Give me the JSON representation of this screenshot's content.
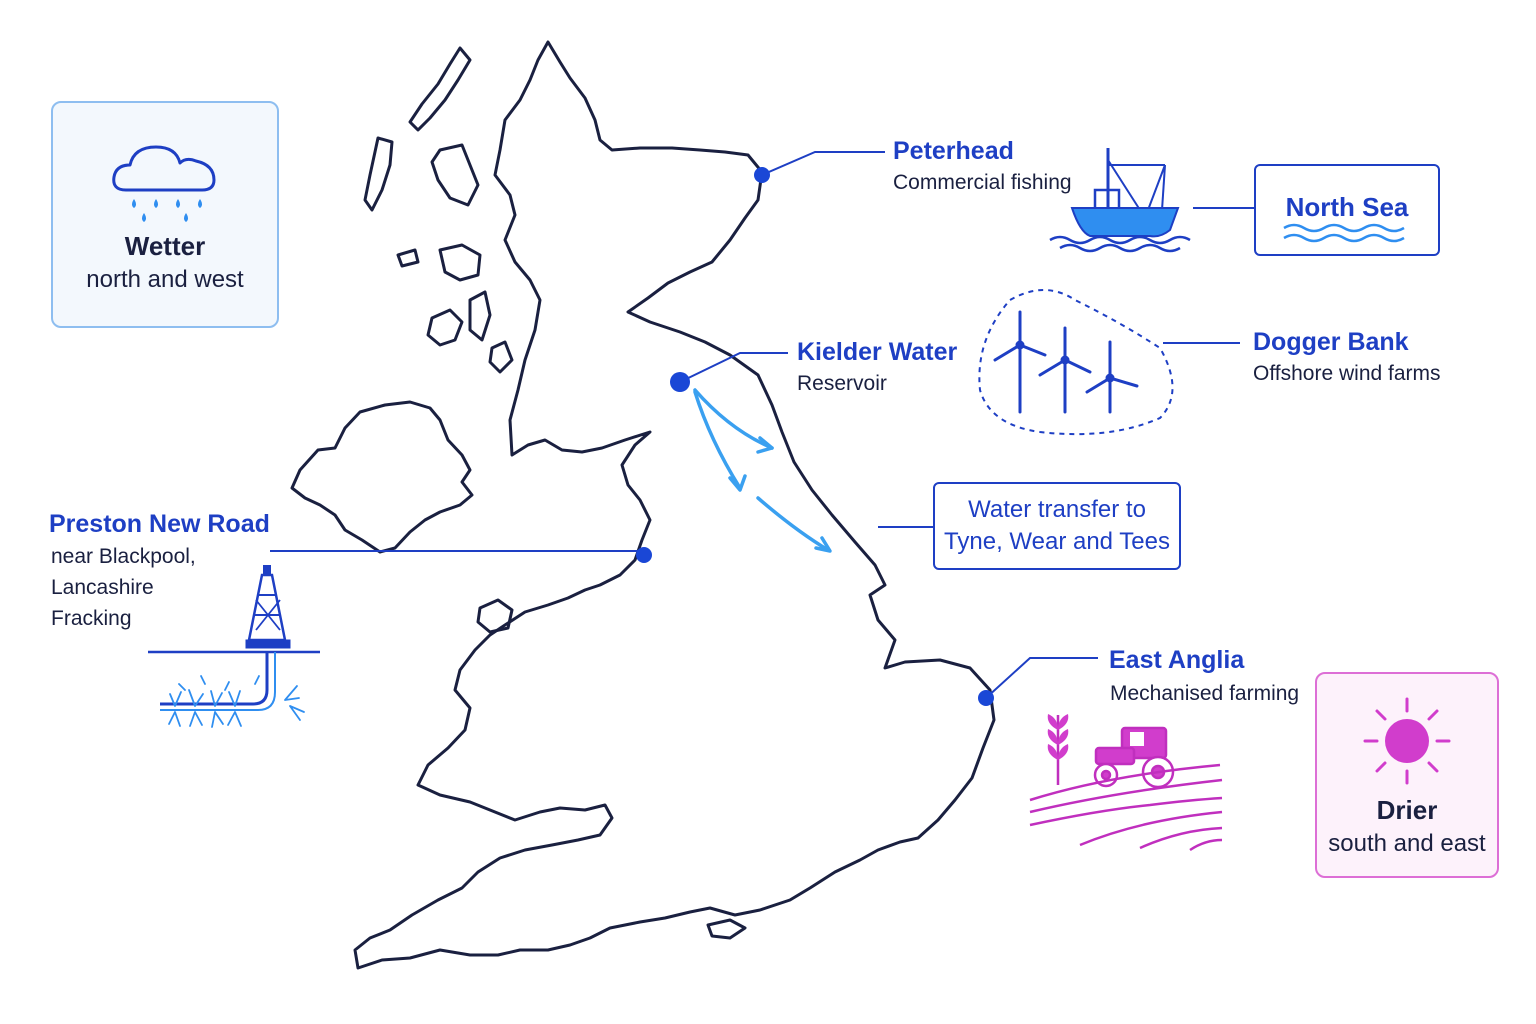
{
  "regions": {
    "wet": {
      "title": "Wetter",
      "subtitle": "north and west",
      "icon": "rain-cloud-icon",
      "color": "#2f8ef0"
    },
    "dry": {
      "title": "Drier",
      "subtitle": "south and east",
      "icon": "sun-icon",
      "color": "#d13dcc"
    }
  },
  "locations": {
    "peterhead": {
      "name": "Peterhead",
      "desc": "Commercial fishing",
      "icon": "fishing-boat-icon"
    },
    "north_sea": {
      "name": "North Sea",
      "icon": "waves-icon"
    },
    "kielder": {
      "name": "Kielder Water",
      "desc": "Reservoir"
    },
    "dogger": {
      "name": "Dogger Bank",
      "desc": "Offshore wind farms",
      "icon": "wind-turbine-icon"
    },
    "transfer": {
      "line1": "Water transfer to",
      "line2": "Tyne, Wear and Tees"
    },
    "preston": {
      "name": "Preston New Road",
      "desc1": "near Blackpool,",
      "desc2": "Lancashire",
      "desc3": "Fracking",
      "icon": "drilling-rig-icon"
    },
    "east_anglia": {
      "name": "East Anglia",
      "desc": "Mechanised farming",
      "icon": "tractor-icon"
    }
  },
  "colors": {
    "title": "#1e3fc4",
    "marker": "#1a47d6",
    "coast": "#1a2040",
    "arrow": "#3aa0f0"
  }
}
